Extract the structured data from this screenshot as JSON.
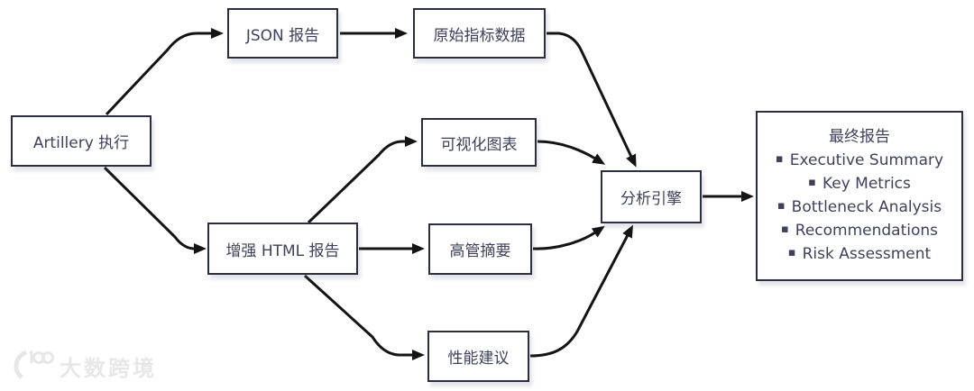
{
  "diagram": {
    "background": "#ffffff",
    "node_border_color": "#2b2d42",
    "node_text_color": "#3f415c",
    "edge_color": "#141414",
    "nodes": {
      "artillery": {
        "label": "Artillery 执行"
      },
      "json_report": {
        "label": "JSON 报告"
      },
      "raw_metrics": {
        "label": "原始指标数据"
      },
      "visual_charts": {
        "label": "可视化图表"
      },
      "enhanced_html": {
        "label": "增强 HTML 报告"
      },
      "exec_summary": {
        "label": "高管摘要"
      },
      "perf_suggestions": {
        "label": "性能建议"
      },
      "analysis_engine": {
        "label": "分析引擎"
      },
      "final_report": {
        "title": "最终报告",
        "bullet": "▪",
        "items": [
          "Executive Summary",
          "Key Metrics",
          "Bottleneck Analysis",
          "Recommendations",
          "Risk Assessment"
        ]
      }
    },
    "edges": [
      {
        "from": "artillery",
        "to": "json_report"
      },
      {
        "from": "json_report",
        "to": "raw_metrics"
      },
      {
        "from": "raw_metrics",
        "to": "analysis_engine"
      },
      {
        "from": "artillery",
        "to": "enhanced_html"
      },
      {
        "from": "enhanced_html",
        "to": "visual_charts"
      },
      {
        "from": "enhanced_html",
        "to": "exec_summary"
      },
      {
        "from": "enhanced_html",
        "to": "perf_suggestions"
      },
      {
        "from": "visual_charts",
        "to": "analysis_engine"
      },
      {
        "from": "exec_summary",
        "to": "analysis_engine"
      },
      {
        "from": "perf_suggestions",
        "to": "analysis_engine"
      },
      {
        "from": "analysis_engine",
        "to": "final_report"
      }
    ]
  },
  "watermark": {
    "logo": "100-swoosh-logo",
    "text": "大数跨境"
  }
}
